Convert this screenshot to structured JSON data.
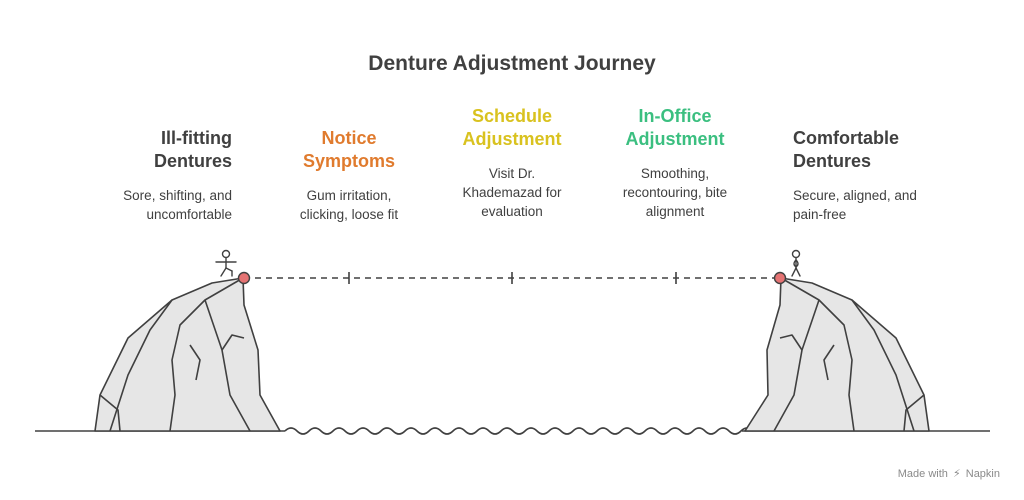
{
  "title": "Denture Adjustment Journey",
  "stages": [
    {
      "title_lines": [
        "Ill-fitting",
        "Dentures"
      ],
      "desc_lines": [
        "Sore, shifting, and",
        "uncomfortable"
      ],
      "color": "#404040"
    },
    {
      "title_lines": [
        "Notice",
        "Symptoms"
      ],
      "desc_lines": [
        "Gum irritation,",
        "clicking, loose fit"
      ],
      "color": "#E07B2E"
    },
    {
      "title_lines": [
        "Schedule",
        "Adjustment"
      ],
      "desc_lines": [
        "Visit Dr.",
        "Khademazad for",
        "evaluation"
      ],
      "color": "#D9C21F"
    },
    {
      "title_lines": [
        "In-Office",
        "Adjustment"
      ],
      "desc_lines": [
        "Smoothing,",
        "recontouring, bite",
        "alignment"
      ],
      "color": "#3BBF80"
    },
    {
      "title_lines": [
        "Comfortable",
        "Dentures"
      ],
      "desc_lines": [
        "Secure, aligned, and",
        "pain-free"
      ],
      "color": "#404040"
    }
  ],
  "colors": {
    "ink": "#404040",
    "rock": "#e6e6e6",
    "endpoint": "#E57373"
  },
  "footer": {
    "prefix": "Made with",
    "brand": "Napkin",
    "brand_icon": "napkin-bolt-icon"
  }
}
